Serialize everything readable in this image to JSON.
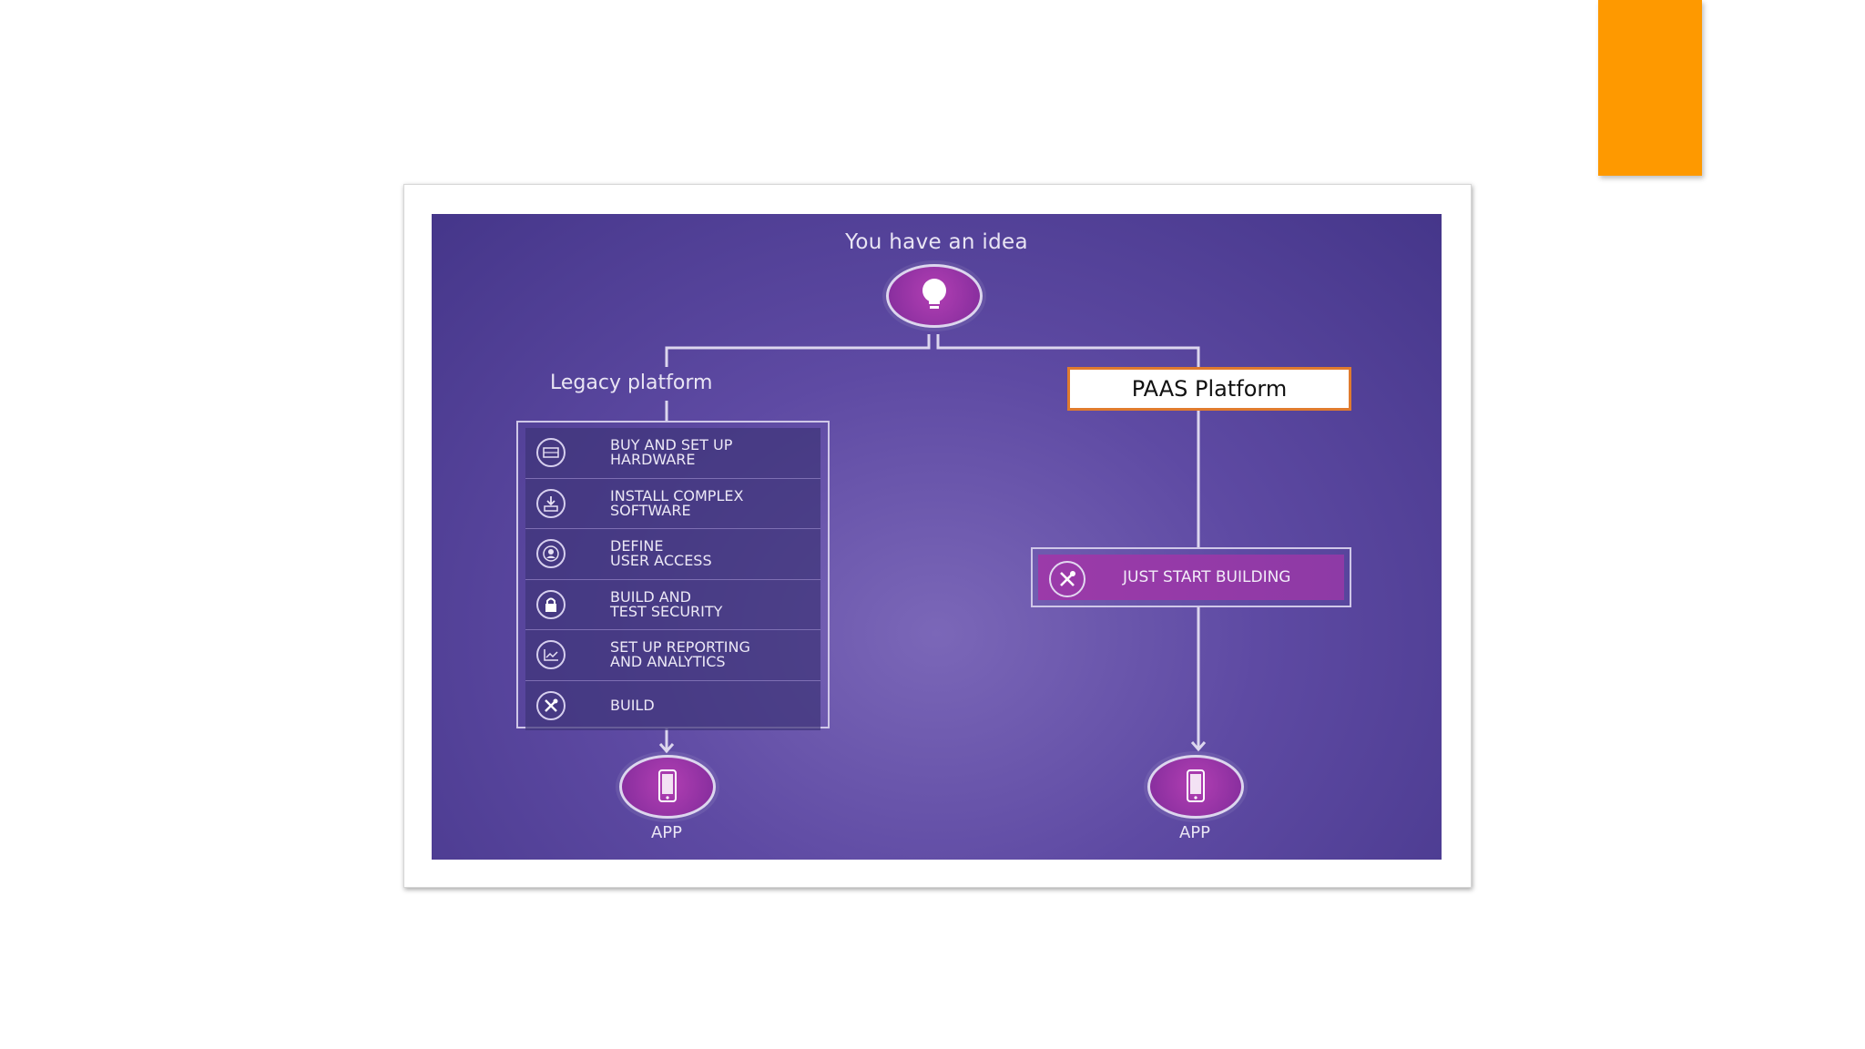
{
  "diagram": {
    "title": "You have an idea",
    "legacy_label": "Legacy platform",
    "paas_label": "PAAS Platform",
    "legacy_steps": [
      {
        "icon": "hardware-icon",
        "line1": "BUY AND SET UP",
        "line2": "HARDWARE"
      },
      {
        "icon": "install-icon",
        "line1": "INSTALL COMPLEX",
        "line2": "SOFTWARE"
      },
      {
        "icon": "user-icon",
        "line1": "DEFINE",
        "line2": "USER ACCESS"
      },
      {
        "icon": "lock-icon",
        "line1": "BUILD AND",
        "line2": "TEST SECURITY"
      },
      {
        "icon": "chart-icon",
        "line1": "SET UP REPORTING",
        "line2": "AND ANALYTICS"
      },
      {
        "icon": "tools-icon",
        "line1": "BUILD",
        "line2": ""
      }
    ],
    "paas_step": "JUST START BUILDING",
    "app_left_label": "APP",
    "app_right_label": "APP"
  },
  "colors": {
    "accent_bar": "#fe9900",
    "diagram_bg": "#5e4aa3",
    "circle_fill": "#8a2f9f",
    "paas_border": "#e07b2e"
  }
}
